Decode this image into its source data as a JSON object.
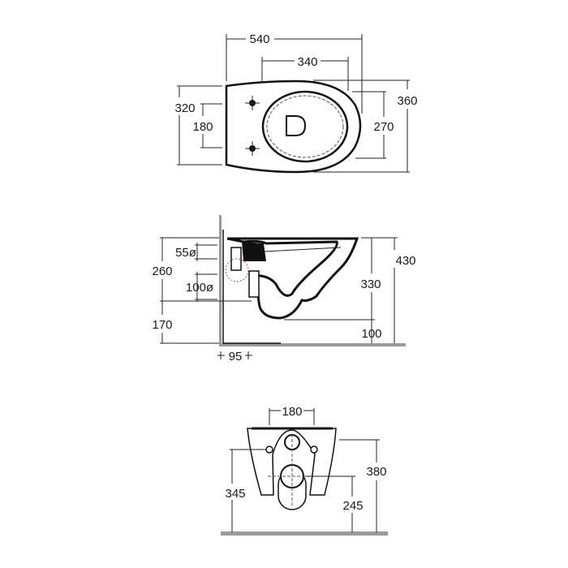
{
  "top_view": {
    "overall_length": "540",
    "fixing_to_seat": "340",
    "rear_width": "320",
    "fixing_spacing": "180",
    "overall_width": "360",
    "seat_width": "270"
  },
  "side_view": {
    "water_inlet_diameter": "55ø",
    "waste_outlet_diameter": "100ø",
    "outlet_height_above_floor_to_top": "260",
    "outlet_height_from_floor": "170",
    "rim_height": "430",
    "bowl_height": "330",
    "underside_clearance": "100",
    "wall_projection": "95"
  },
  "front_view": {
    "fixing_spacing": "180",
    "rim_height": "380",
    "fixing_height": "345",
    "outlet_height": "245"
  },
  "colors": {
    "line": "#111111",
    "floor": "#9a9a9a",
    "hidden_circle": "#c0405a"
  }
}
